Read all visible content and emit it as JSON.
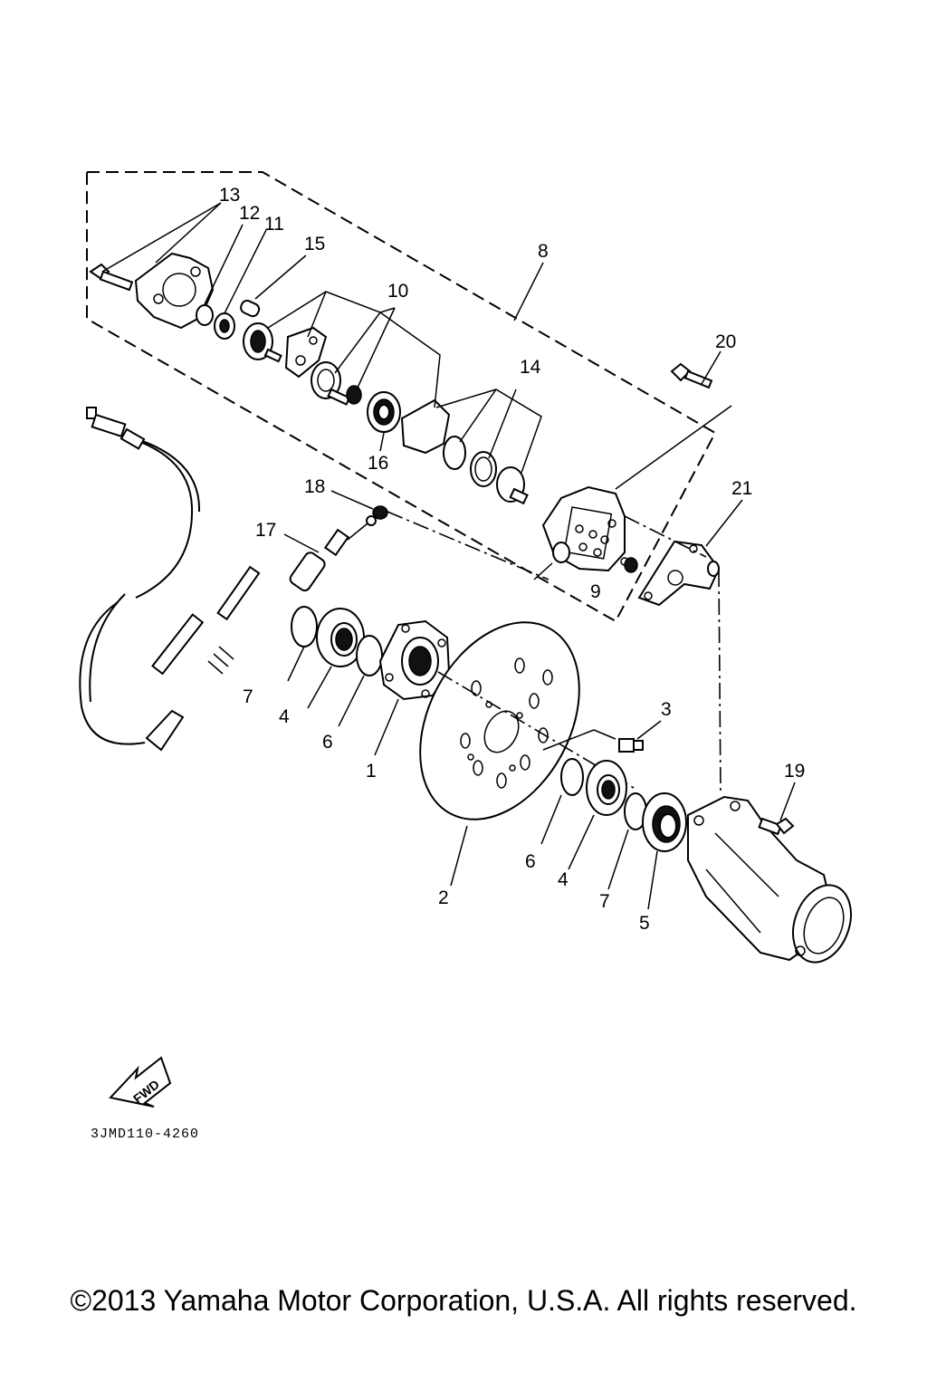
{
  "diagram": {
    "callouts": {
      "c1": "1",
      "c2": "2",
      "c3": "3",
      "c4a": "4",
      "c4b": "4",
      "c5": "5",
      "c6a": "6",
      "c6b": "6",
      "c7a": "7",
      "c7b": "7",
      "c8": "8",
      "c9": "9",
      "c10": "10",
      "c11": "11",
      "c12": "12",
      "c13": "13",
      "c14": "14",
      "c15": "15",
      "c16": "16",
      "c17": "17",
      "c18": "18",
      "c19": "19",
      "c20": "20",
      "c21": "21"
    },
    "fwd_label": "FWD",
    "ref_code": "3JMD110-4260"
  },
  "footer": {
    "copyright": "©2013 Yamaha Motor Corporation, U.S.A. All rights reserved."
  }
}
